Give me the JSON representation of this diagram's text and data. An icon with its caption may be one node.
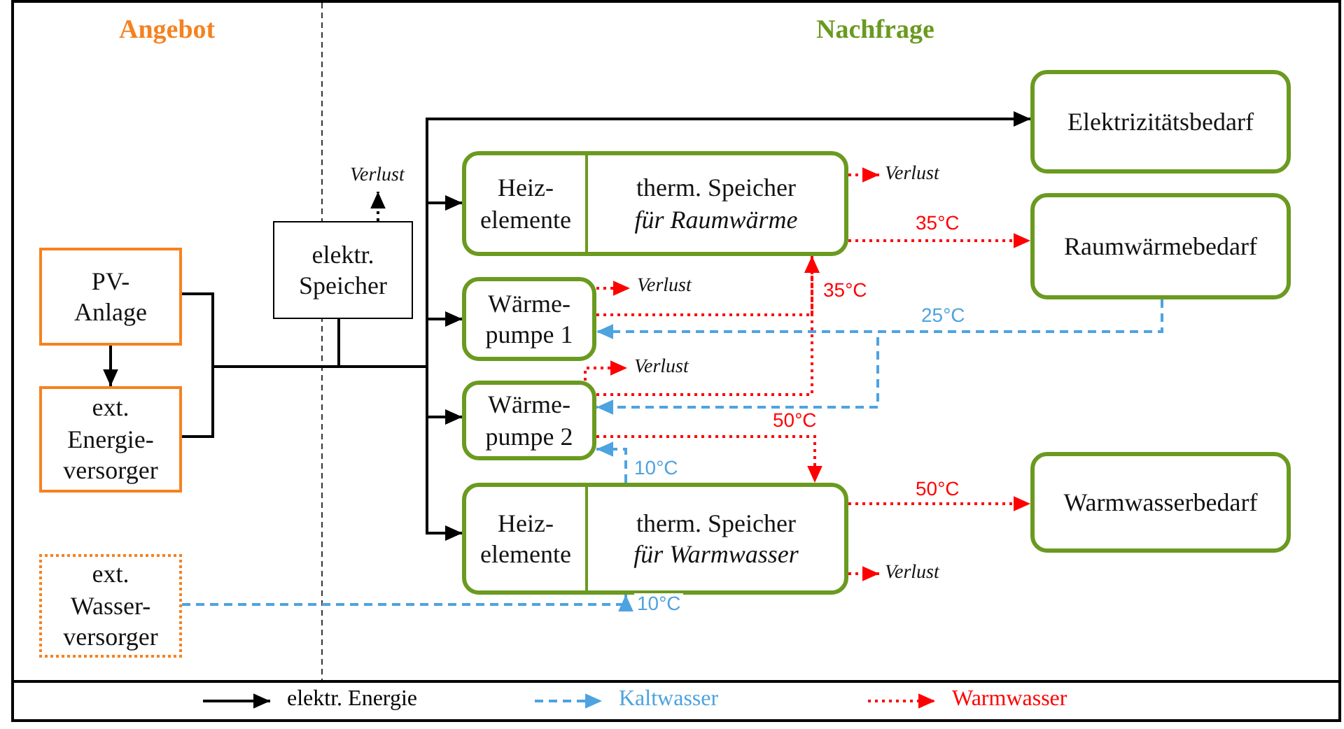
{
  "diagram": {
    "nodes": [
      {
        "text": [
          "PV- Anlage"
        ]
      },
      {
        "text": [
          "ext. Energie- versorger"
        ]
      },
      {
        "text": [
          "ext. Wasser- versorger"
        ]
      },
      {
        "text": [
          "elektr. Speicher"
        ]
      },
      {
        "text": [
          "Heiz- elemente",
          "therm. Speicher *für Raumwärme*"
        ]
      },
      {
        "text": [
          "Wärme- pumpe 1"
        ]
      },
      {
        "text": [
          "Wärme- pumpe 2"
        ]
      },
      {
        "text": [
          "Heiz- elemente",
          "therm. Speicher *für Warmwasser*"
        ]
      },
      {
        "text": [
          "Elektrizitätsbedarf"
        ]
      },
      {
        "text": [
          "Raumwärmebedarf"
        ]
      },
      {
        "text": [
          "Warmwasserbedarf"
        ]
      }
    ],
    "edges": [
      {
        "from": 0,
        "to": 1,
        "arrow": "to"
      },
      {
        "from": 0,
        "to": 8,
        "arrow": "to"
      },
      {
        "from": 0,
        "to": 4,
        "arrow": "to"
      },
      {
        "from": 0,
        "to": 5,
        "arrow": "to"
      },
      {
        "from": 0,
        "to": 6,
        "arrow": "to"
      },
      {
        "from": 0,
        "to": 7,
        "arrow": "to"
      },
      {
        "from": 1,
        "to": 8,
        "arrow": "to"
      },
      {
        "from": 1,
        "to": 4,
        "arrow": "to"
      },
      {
        "from": 1,
        "to": 5,
        "arrow": "to"
      },
      {
        "from": 1,
        "to": 6,
        "arrow": "to"
      },
      {
        "from": 1,
        "to": 7,
        "arrow": "to"
      },
      {
        "from": 3,
        "to": 8,
        "arrow": "to"
      },
      {
        "from": 3,
        "to": 4,
        "arrow": "to"
      },
      {
        "from": 3,
        "to": 5,
        "arrow": "to"
      },
      {
        "from": 3,
        "to": 6,
        "arrow": "to"
      },
      {
        "from": 3,
        "to": 7,
        "arrow": "to"
      },
      {
        "from": 3,
        "to": null,
        "arrow": "to",
        "label": "Verlust",
        "style": "dashed"
      },
      {
        "from": 4,
        "to": null,
        "arrow": "to",
        "label": "Verlust",
        "style": "dashed",
        "color": "#ff0000"
      },
      {
        "from": 4,
        "to": 9,
        "arrow": "to",
        "label": "35°C",
        "style": "dashed",
        "color": "#ff0000"
      },
      {
        "from": 5,
        "to": null,
        "arrow": "to",
        "label": "Verlust",
        "style": "dashed",
        "color": "#ff0000"
      },
      {
        "from": 5,
        "to": 4,
        "arrow": "to",
        "label": "35°C",
        "style": "dashed",
        "color": "#ff0000"
      },
      {
        "from": 6,
        "to": null,
        "arrow": "to",
        "label": "Verlust",
        "style": "dashed",
        "color": "#ff0000"
      },
      {
        "from": 6,
        "to": 4,
        "arrow": "to",
        "style": "dashed",
        "color": "#ff0000"
      },
      {
        "from": 6,
        "to": 7,
        "arrow": "to",
        "label": "50°C",
        "style": "dashed",
        "color": "#ff0000"
      },
      {
        "from": 7,
        "to": 10,
        "arrow": "to",
        "label": "50°C",
        "style": "dashed",
        "color": "#ff0000"
      },
      {
        "from": 7,
        "to": null,
        "arrow": "to",
        "label": "Verlust",
        "style": "dashed",
        "color": "#ff0000"
      },
      {
        "from": 9,
        "to": 5,
        "arrow": "to",
        "label": "25°C",
        "style": "dashed",
        "color": "#4da3e0"
      },
      {
        "from": 9,
        "to": 6,
        "arrow": "to",
        "style": "dashed",
        "color": "#4da3e0"
      },
      {
        "from": 2,
        "to": 7,
        "arrow": "to",
        "label": "10°C",
        "style": "dashed",
        "color": "#4da3e0"
      },
      {
        "from": 7,
        "to": 6,
        "arrow": "to",
        "label": "10°C",
        "style": "dashed",
        "color": "#4da3e0"
      }
    ],
    "labels": [
      "Angebot",
      "Nachfrage"
    ],
    "legend": [
      {
        "text": "elektr. Energie"
      },
      {
        "text": "Kaltwasser"
      },
      {
        "text": "Warmwasser"
      }
    ]
  }
}
